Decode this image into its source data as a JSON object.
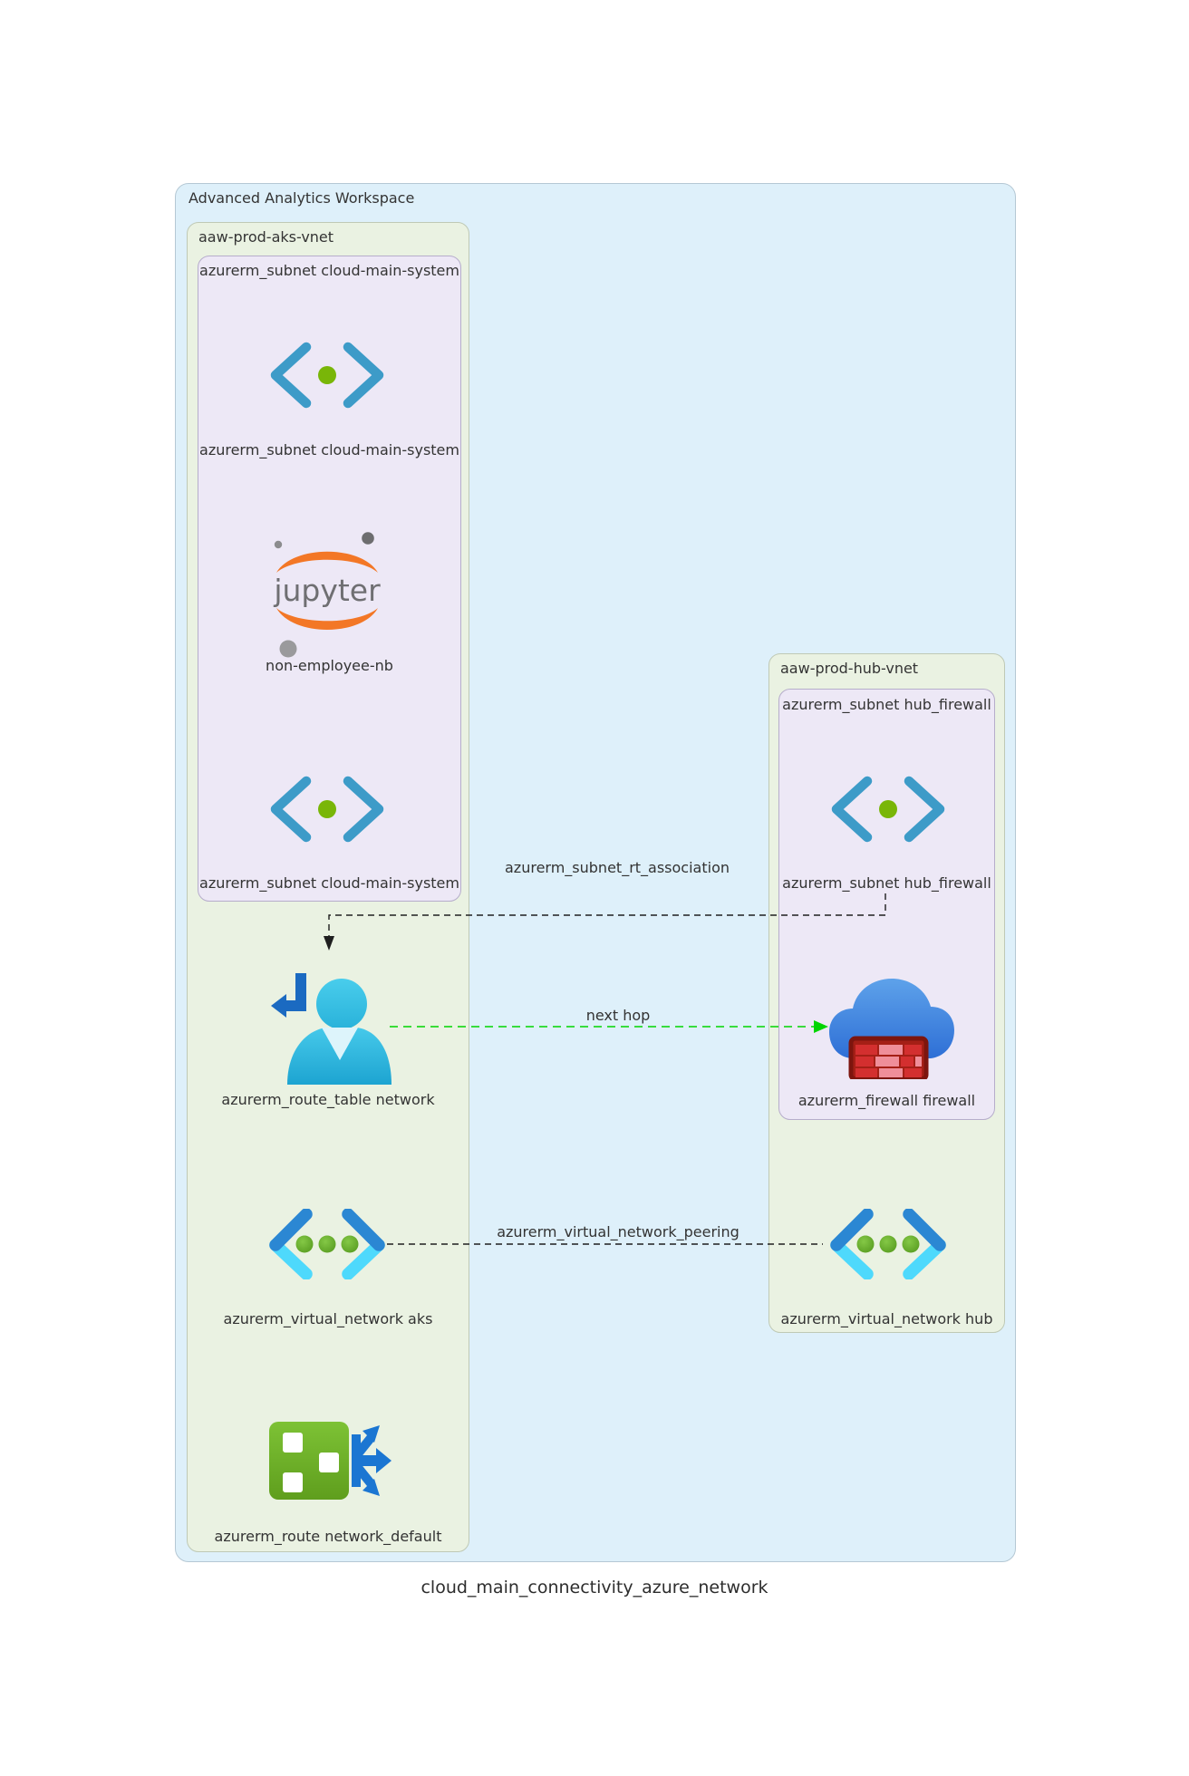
{
  "diagram": {
    "caption": "cloud_main_connectivity_azure_network",
    "clusters": {
      "workspace": {
        "label": "Advanced Analytics Workspace"
      },
      "aks_vnet": {
        "label": "aaw-prod-aks-vnet"
      },
      "aks_subnet": {
        "label": "azurerm_subnet cloud-main-system"
      },
      "hub_vnet": {
        "label": "aaw-prod-hub-vnet"
      },
      "hub_subnet": {
        "label": "azurerm_subnet hub_firewall"
      }
    },
    "nodes": {
      "subnet_main_upper": {
        "label": "azurerm_subnet cloud-main-system",
        "icon": "azure-subnet-icon"
      },
      "jupyter_notebook": {
        "label": "non-employee-nb",
        "icon": "jupyter-logo",
        "logo_text": "jupyter"
      },
      "subnet_main_lower": {
        "label": "azurerm_subnet cloud-main-system",
        "icon": "azure-subnet-icon"
      },
      "subnet_hub_firewall": {
        "label": "azurerm_subnet hub_firewall",
        "icon": "azure-subnet-icon"
      },
      "route_table": {
        "label": "azurerm_route_table network",
        "icon": "route-table-icon"
      },
      "firewall": {
        "label": "azurerm_firewall firewall",
        "icon": "azure-firewall-icon"
      },
      "vnet_aks": {
        "label": "azurerm_virtual_network aks",
        "icon": "virtual-network-icon"
      },
      "vnet_hub": {
        "label": "azurerm_virtual_network hub",
        "icon": "virtual-network-icon"
      },
      "route_default": {
        "label": "azurerm_route network_default",
        "icon": "route-icon"
      }
    },
    "edges": {
      "rt_association": {
        "label": "azurerm_subnet_rt_association",
        "style": "dashed",
        "color": "#1f1f1f"
      },
      "next_hop": {
        "label": "next hop",
        "style": "dashed",
        "color": "#00d500"
      },
      "vnet_peering": {
        "label": "azurerm_virtual_network_peering",
        "style": "dashed",
        "color": "#1f1f1f"
      }
    },
    "colors": {
      "workspace_bg": "#def0fa",
      "vnet_bg": "#eaf2e2",
      "subnet_bg": "#ede8f6",
      "next_hop_green": "#00d500"
    }
  }
}
